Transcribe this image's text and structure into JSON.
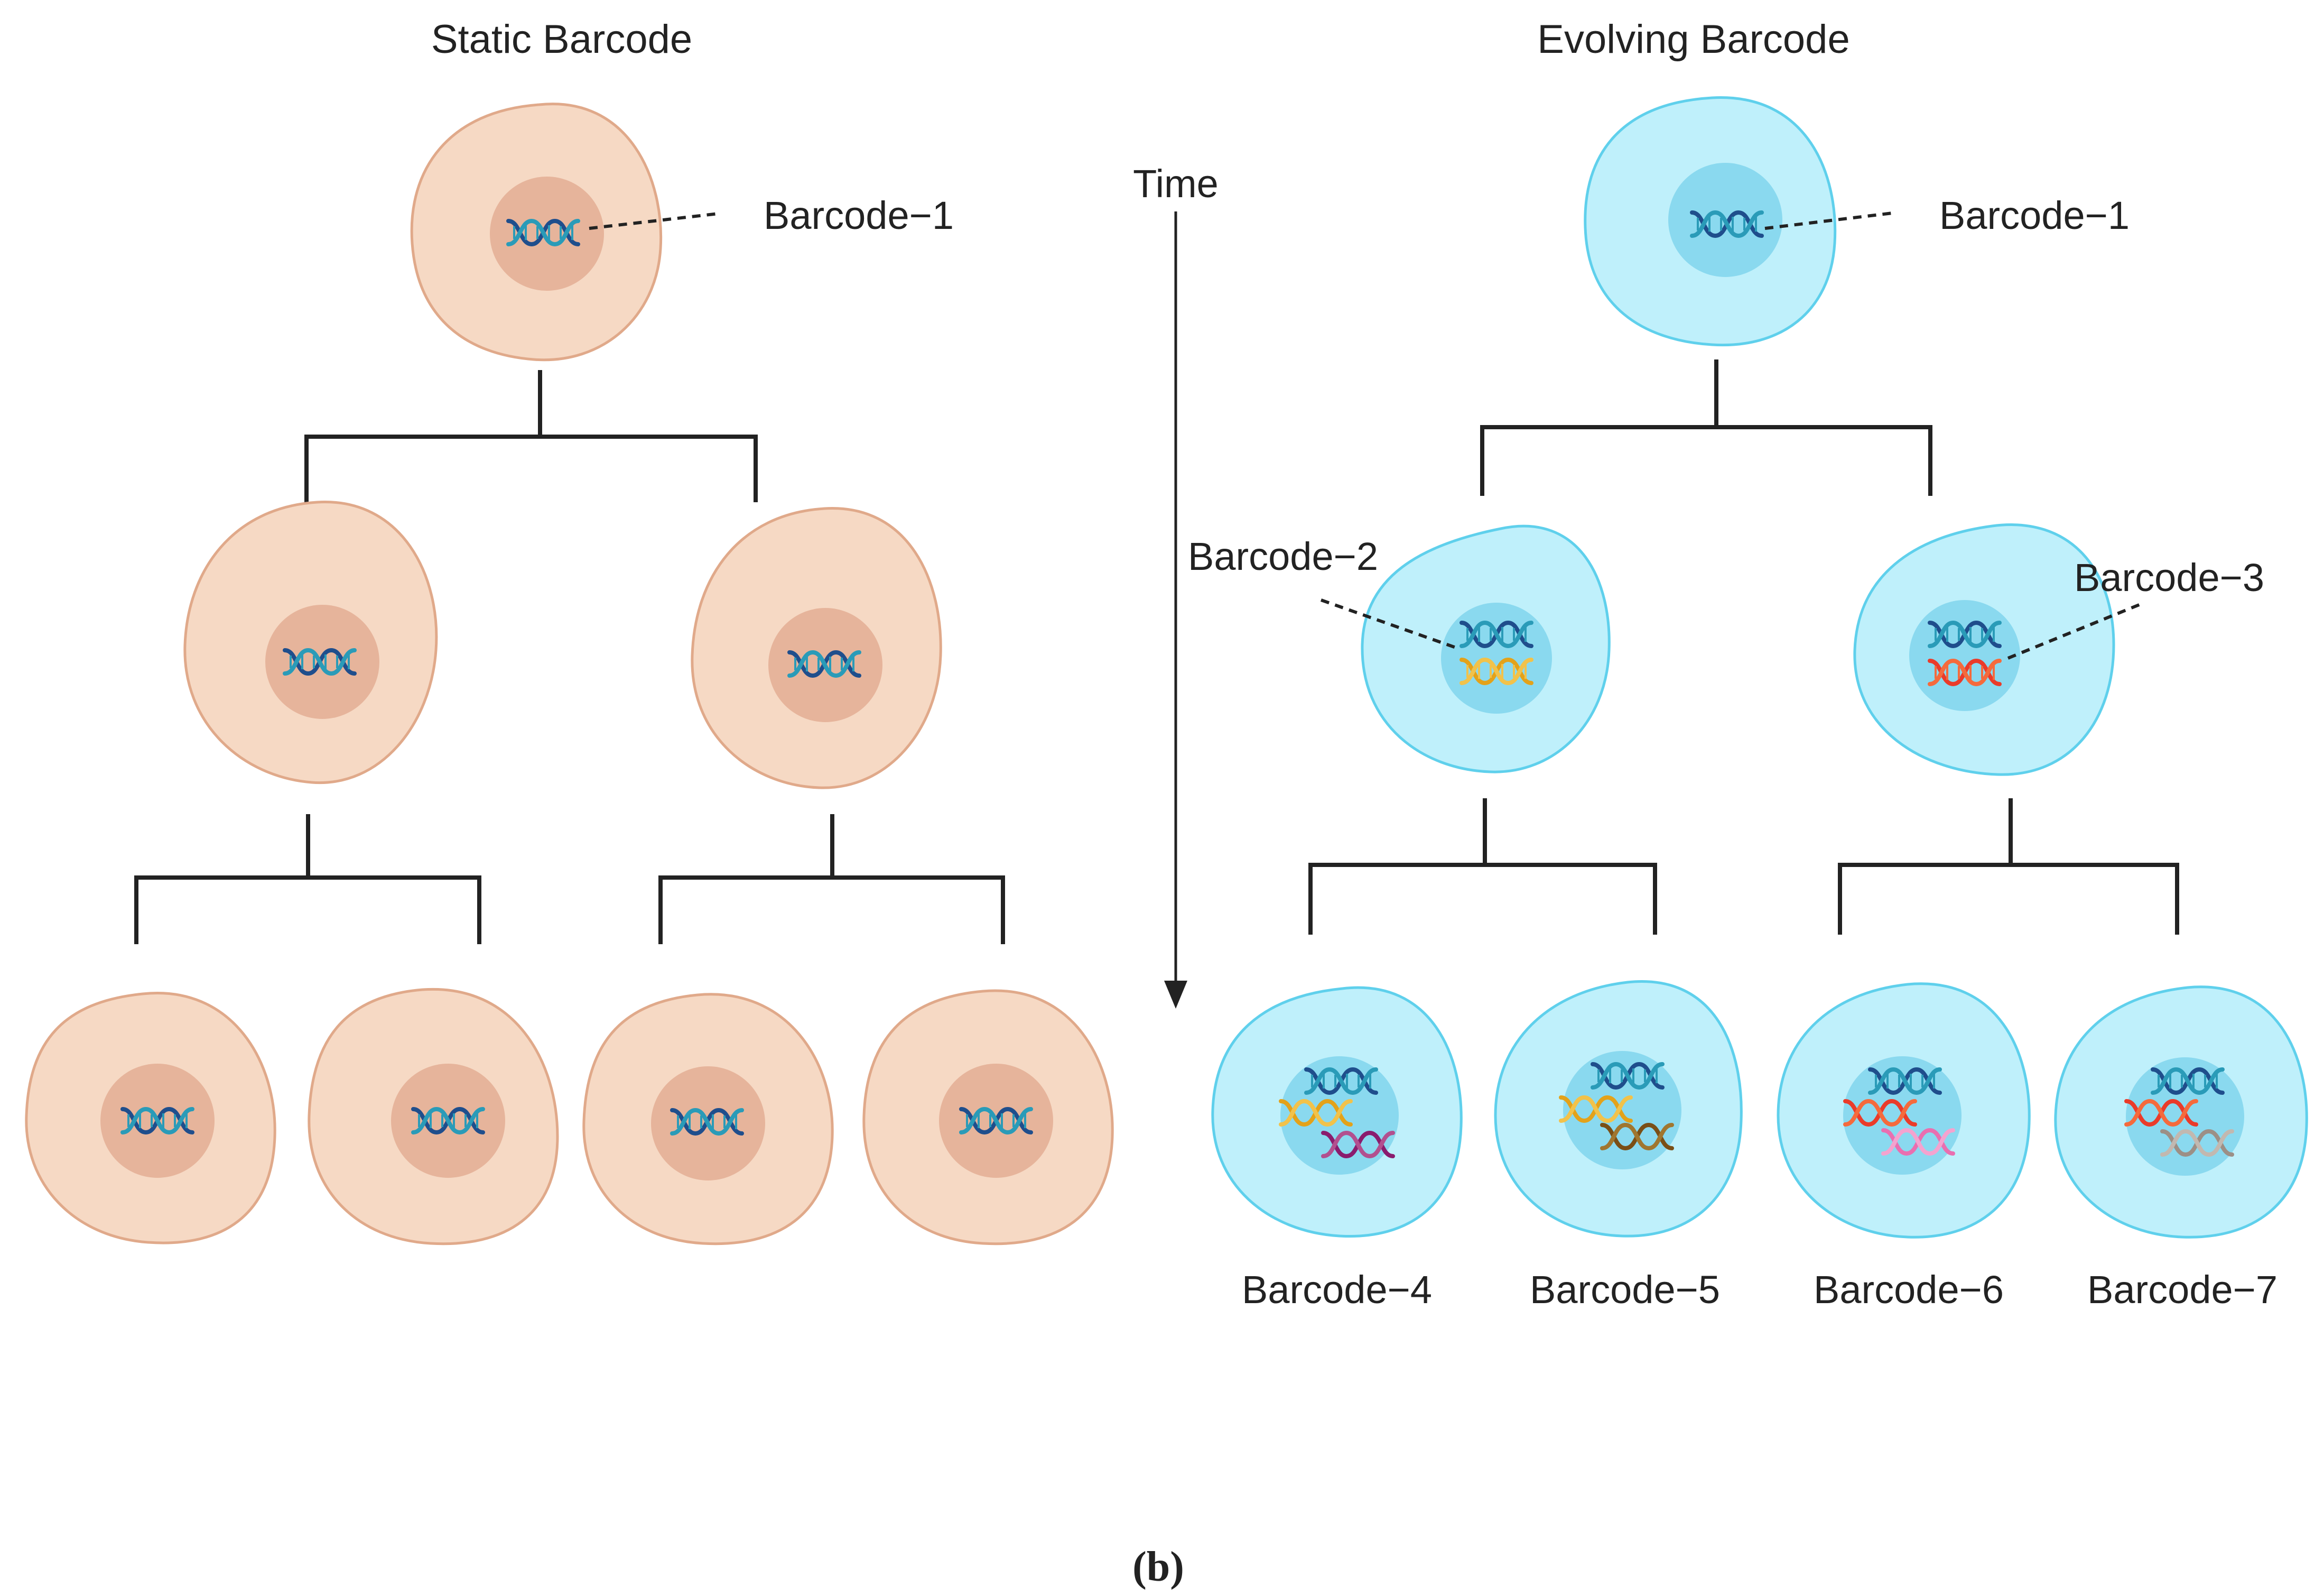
{
  "titles": {
    "static": "Static Barcode",
    "evolving": "Evolving Barcode"
  },
  "time_label": "Time",
  "caption": "(b)",
  "static_tree": {
    "root_label": "Barcode−1",
    "cell_fill": "#f6d9c4",
    "cell_stroke": "#e0a98a",
    "nucleus_fill": "#e6b49b"
  },
  "evolving_tree": {
    "root_label": "Barcode−1",
    "gen2_labels": [
      "Barcode−2",
      "Barcode−3"
    ],
    "gen3_labels": [
      "Barcode−4",
      "Barcode−5",
      "Barcode−6",
      "Barcode−7"
    ],
    "cell_fill": "#bff0fb",
    "cell_stroke": "#5fd0ec",
    "nucleus_fill": "#8ad9ef"
  },
  "dna_colors": {
    "base": "#1f4e8c",
    "barcode_2": "#e3a21a",
    "barcode_3": "#ea3b2a",
    "barcode_4": "#8a1c6e",
    "barcode_5": "#7a4f16",
    "barcode_6": "#e96fb0",
    "barcode_7": "#9c8f86"
  },
  "icons": {
    "dna": "dna-helix-icon",
    "arrow": "arrow-down-icon"
  }
}
